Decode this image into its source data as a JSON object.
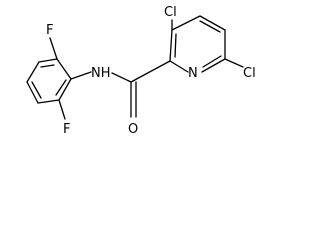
{
  "molecule": {
    "atoms": {
      "cl_top": "Cl",
      "cl_right": "Cl",
      "f_top": "F",
      "f_bottom": "F",
      "nh": "NH",
      "n_ring": "N",
      "o": "O"
    }
  }
}
